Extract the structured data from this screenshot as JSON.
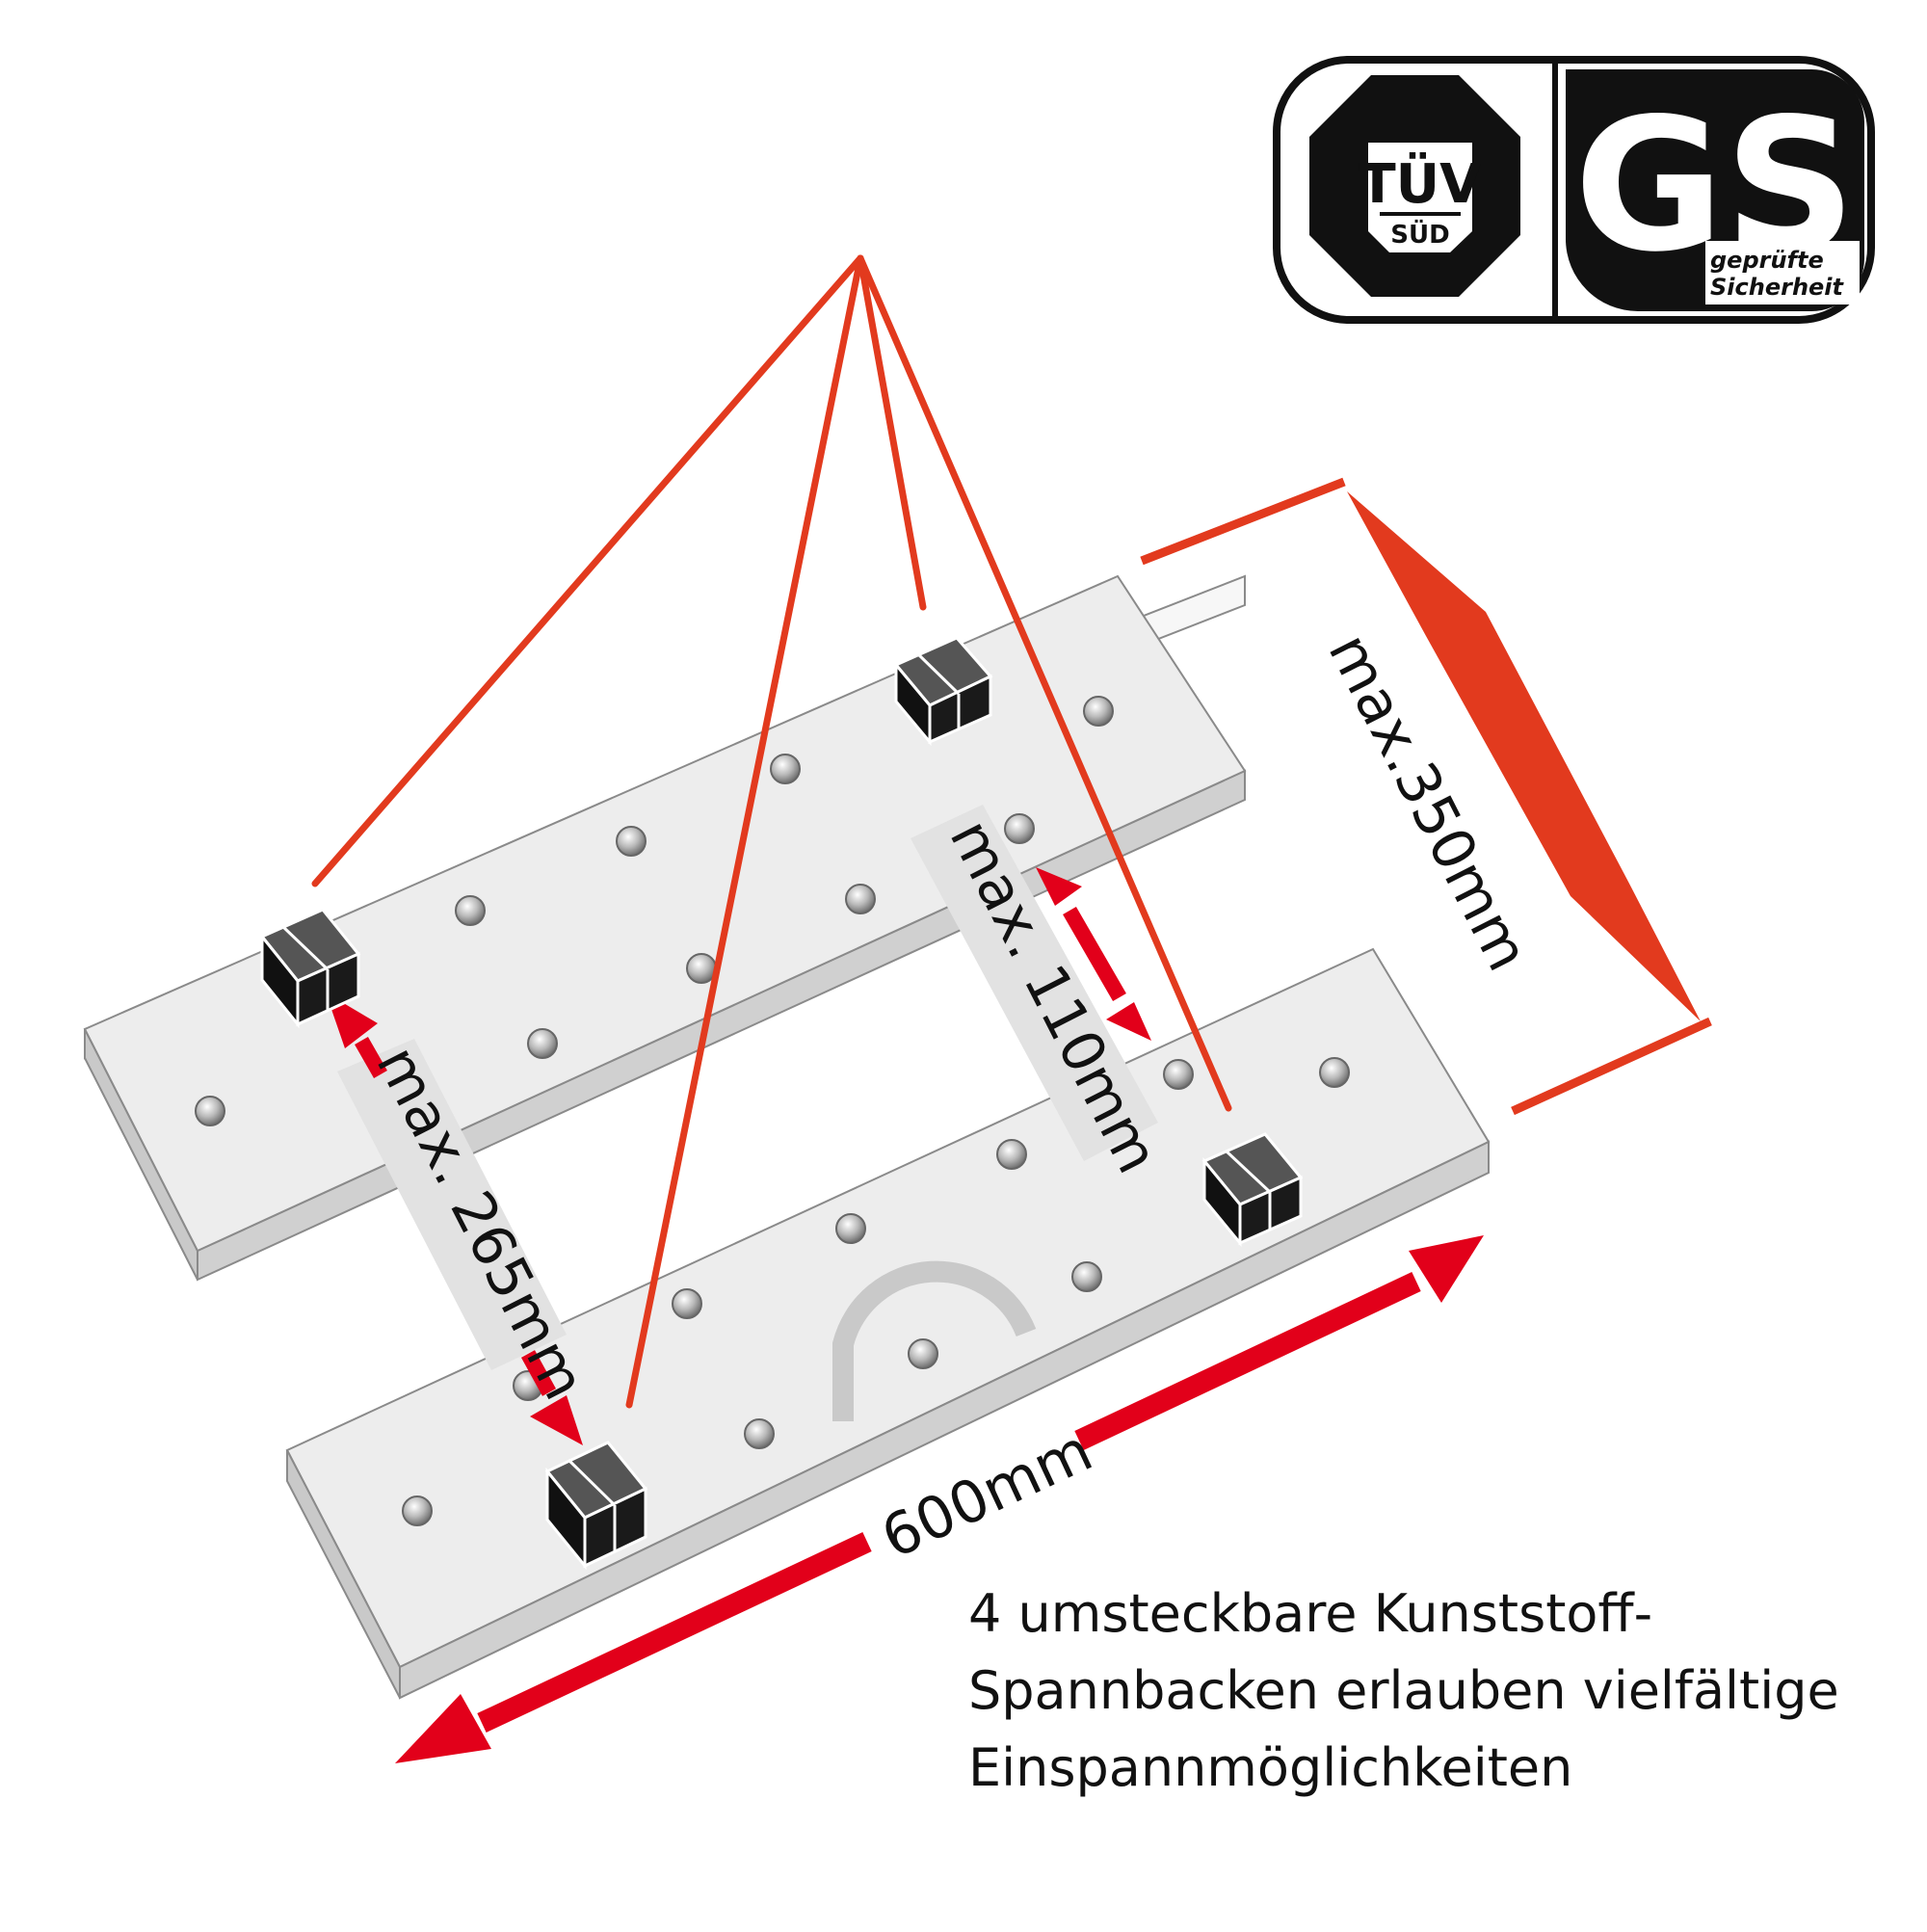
{
  "dimensions": {
    "length": "600mm",
    "width": "max.350mm",
    "inner_gap": "max. 110mm",
    "jaw_span": "max. 265mm"
  },
  "caption": {
    "line1": "4 umsteckbare Kunststoff-",
    "line2": "Spannbacken erlauben vielfältige",
    "line3": "Einspannmöglichkeiten"
  },
  "badges": {
    "tuv_line1": "TÜV",
    "tuv_line2": "SÜD",
    "gs_mark": "GS",
    "gs_line1": "geprüfte",
    "gs_line2": "Sicherheit"
  },
  "colors": {
    "accent_red": "#e2001a",
    "line_orange": "#e23a1e",
    "board_face": "#ededed",
    "board_side": "#cfcfcf",
    "jaw": "#1a1a1a"
  }
}
